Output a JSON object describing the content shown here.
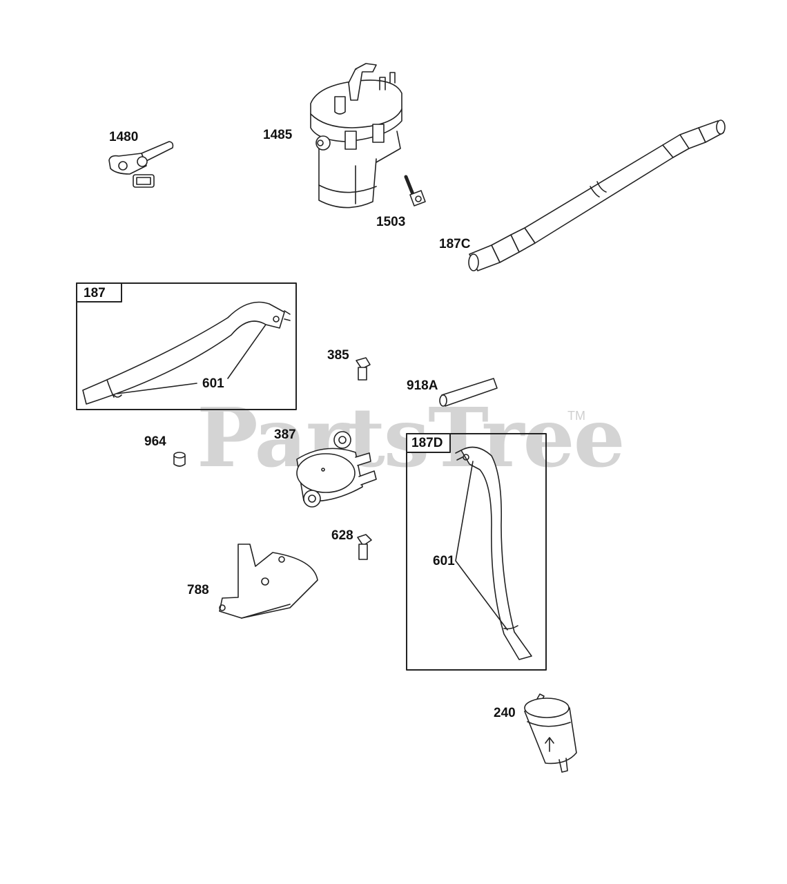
{
  "watermark": {
    "brand": "PartsTree",
    "trademark": "TM"
  },
  "parts": {
    "p1480": "1480",
    "p1485": "1485",
    "p1503": "1503",
    "p187C": "187C",
    "p385": "385",
    "p918A": "918A",
    "p964": "964",
    "p387": "387",
    "p628": "628",
    "p788": "788",
    "p240": "240"
  },
  "boxes": {
    "box187": {
      "title": "187",
      "callout": "601"
    },
    "box187D": {
      "title": "187D",
      "callout": "601"
    }
  }
}
